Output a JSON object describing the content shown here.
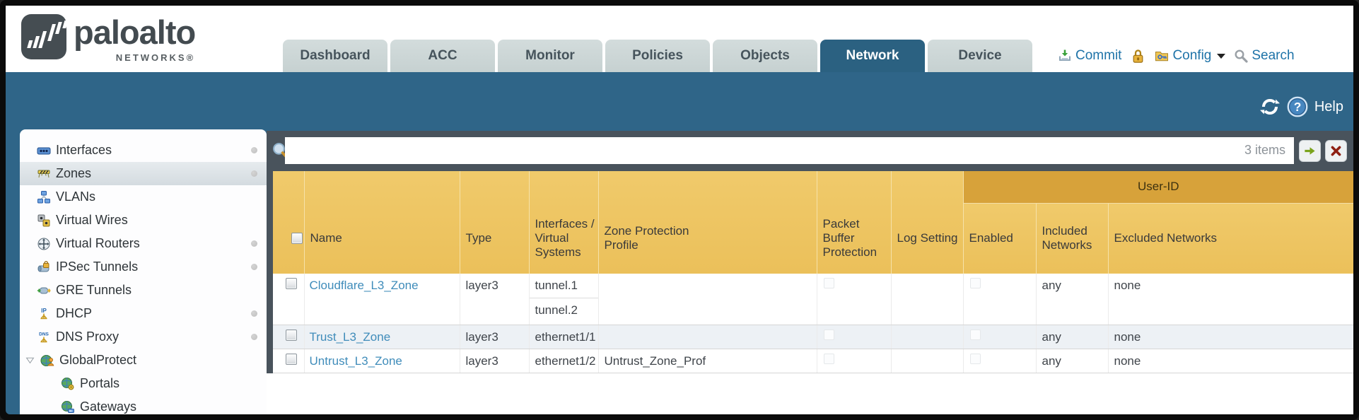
{
  "header": {
    "logo": {
      "brand": "paloalto",
      "subtitle": "NETWORKS®"
    },
    "tabs": [
      {
        "label": "Dashboard",
        "active": false
      },
      {
        "label": "ACC",
        "active": false
      },
      {
        "label": "Monitor",
        "active": false
      },
      {
        "label": "Policies",
        "active": false
      },
      {
        "label": "Objects",
        "active": false
      },
      {
        "label": "Network",
        "active": true
      },
      {
        "label": "Device",
        "active": false
      }
    ],
    "actions": {
      "commit": "Commit",
      "config": "Config",
      "search": "Search"
    }
  },
  "banner": {
    "help": "Help"
  },
  "sidebar": {
    "items": [
      {
        "label": "Interfaces",
        "dot": true
      },
      {
        "label": "Zones",
        "dot": true,
        "selected": true
      },
      {
        "label": "VLANs"
      },
      {
        "label": "Virtual Wires"
      },
      {
        "label": "Virtual Routers",
        "dot": true
      },
      {
        "label": "IPSec Tunnels",
        "dot": true
      },
      {
        "label": "GRE Tunnels"
      },
      {
        "label": "DHCP",
        "dot": true
      },
      {
        "label": "DNS Proxy",
        "dot": true
      },
      {
        "label": "GlobalProtect",
        "expanded": true
      },
      {
        "label": "Portals",
        "child": true
      },
      {
        "label": "Gateways",
        "child": true
      }
    ]
  },
  "filter": {
    "value": "",
    "count": "3 items"
  },
  "table": {
    "group_header": "User-ID",
    "columns": {
      "name": "Name",
      "type": "Type",
      "interfaces": "Interfaces / Virtual Systems",
      "zone_protection": "Zone Protection Profile",
      "packet_buffer": "Packet Buffer Protection",
      "log_setting": "Log Setting",
      "enabled": "Enabled",
      "included": "Included Networks",
      "excluded": "Excluded Networks"
    },
    "rows": [
      {
        "name": "Cloudflare_L3_Zone",
        "type": "layer3",
        "interfaces": [
          "tunnel.1",
          "tunnel.2"
        ],
        "zone_protection": "",
        "log_setting": "",
        "included": "any",
        "excluded": "none"
      },
      {
        "name": "Trust_L3_Zone",
        "type": "layer3",
        "interfaces": [
          "ethernet1/1"
        ],
        "zone_protection": "",
        "log_setting": "",
        "included": "any",
        "excluded": "none"
      },
      {
        "name": "Untrust_L3_Zone",
        "type": "layer3",
        "interfaces": [
          "ethernet1/2"
        ],
        "zone_protection": "Untrust_Zone_Prof",
        "log_setting": "",
        "included": "any",
        "excluded": "none"
      }
    ]
  },
  "colors": {
    "accent_teal": "#2f6588",
    "active_tab": "#2b6181",
    "header_amber": "#ebc05a",
    "userid_amber": "#d7a23a",
    "toolbar_slate": "#49535c",
    "link_blue": "#3f8cba",
    "action_blue": "#1e73a8"
  }
}
